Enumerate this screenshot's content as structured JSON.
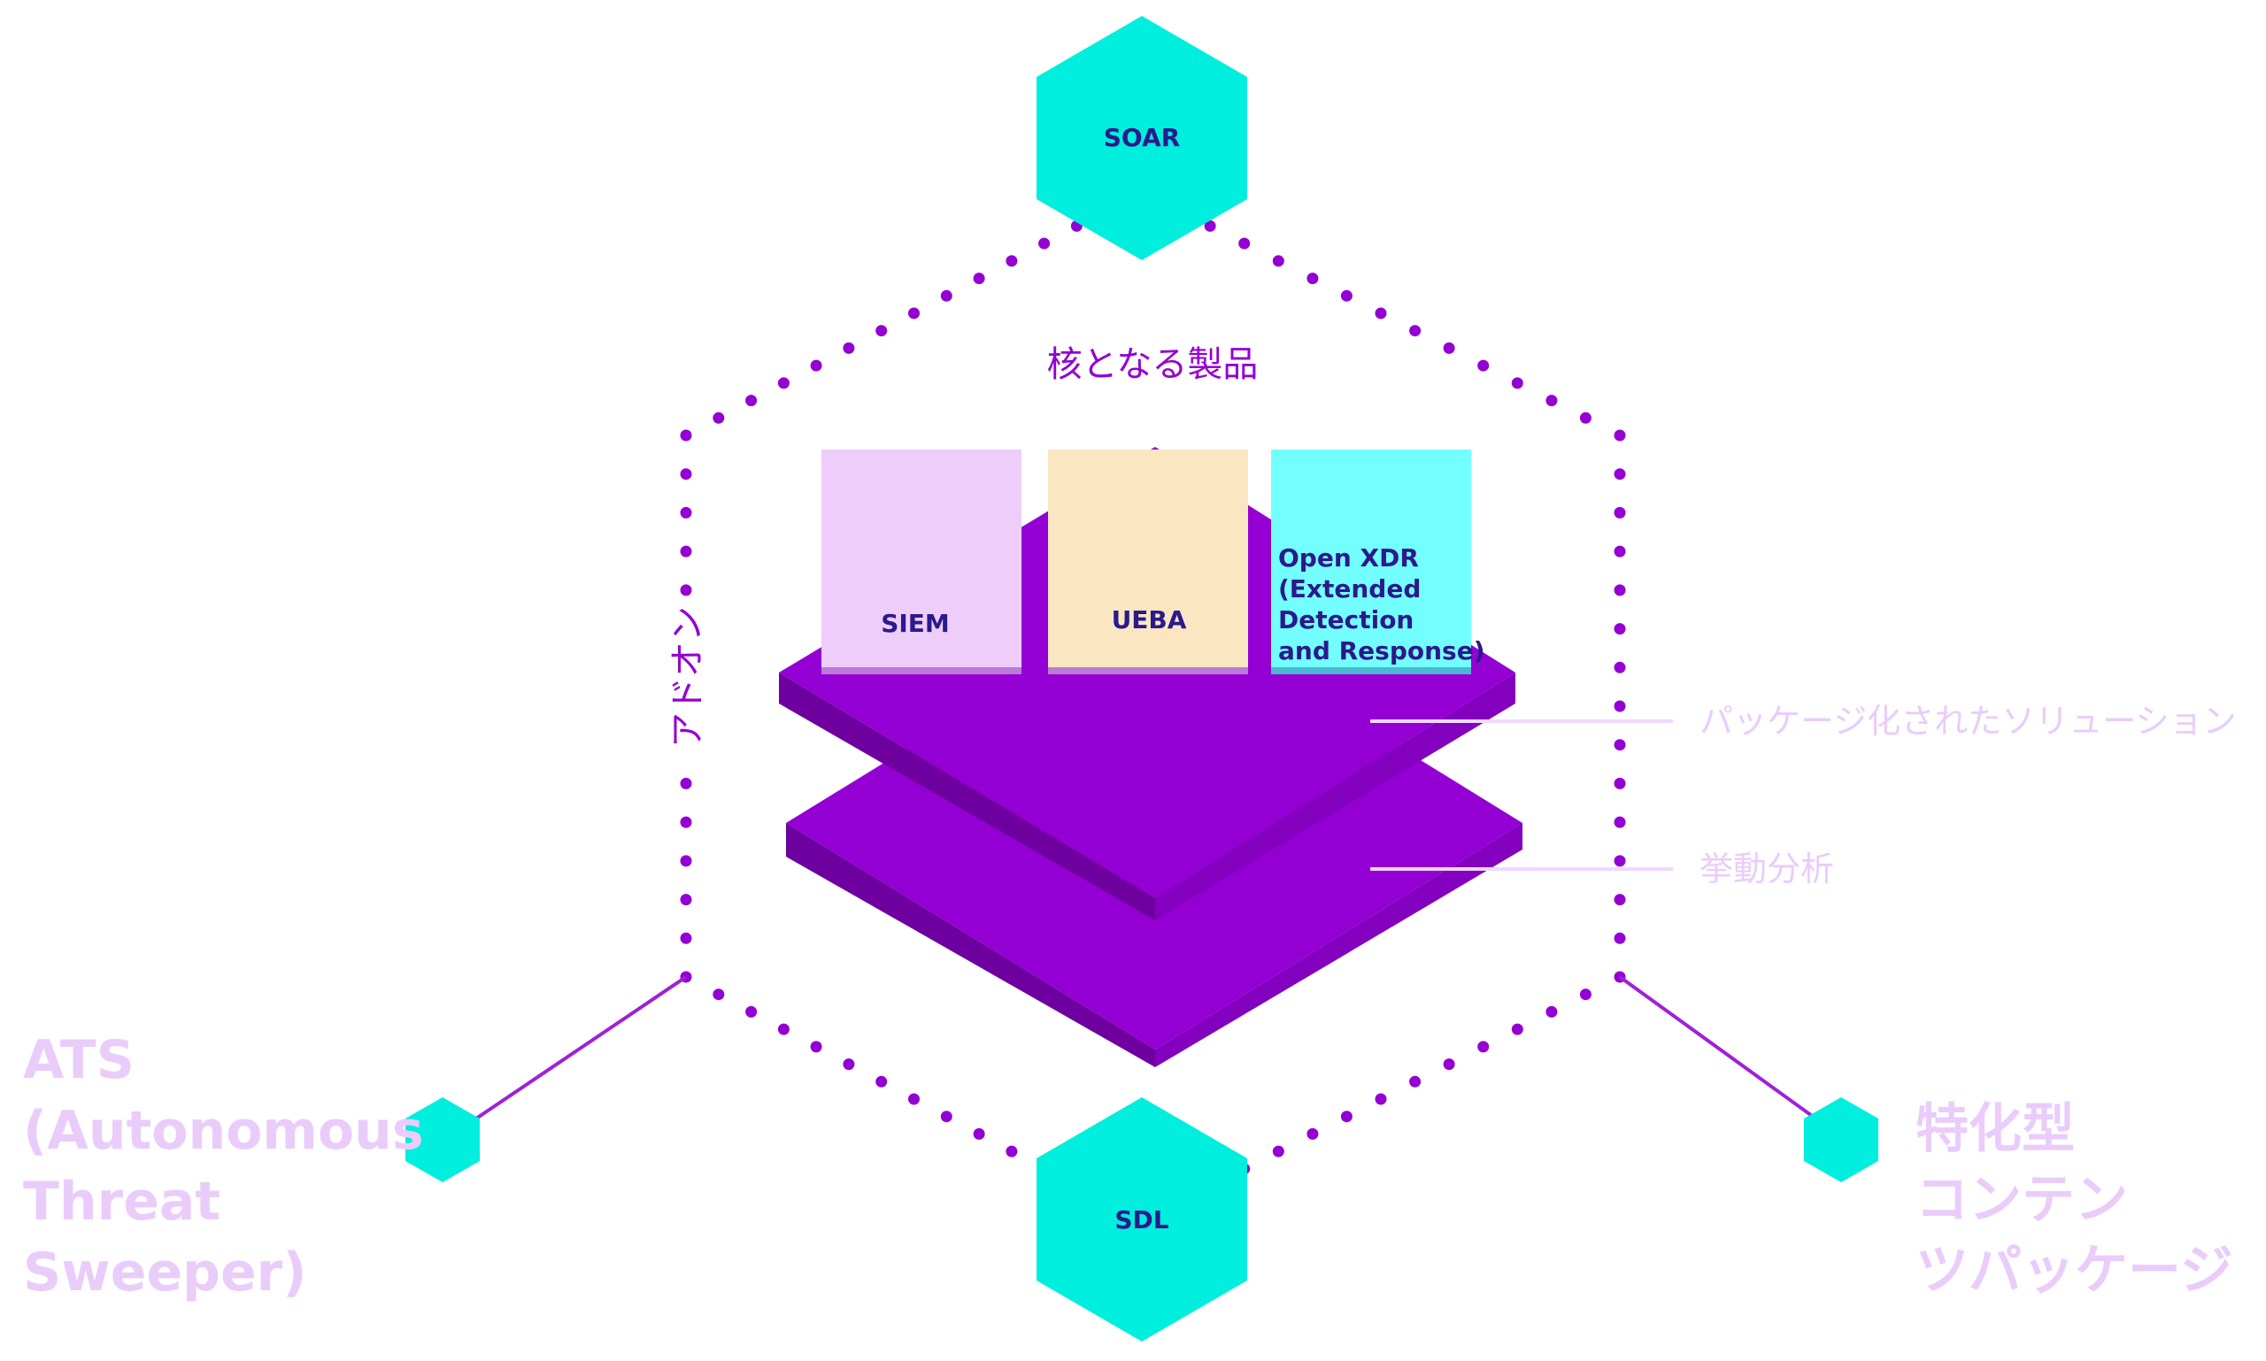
{
  "colors": {
    "purple": "#9400D3",
    "purple_dark": "#6F00A0",
    "purple_mid": "#8300BF",
    "cyan": "#00EEDD",
    "lavender_text": "#EACCFA",
    "leader_line": "#F0D8FF",
    "label_navy": "#2A1A8C",
    "card_siem": "#EFCDFB",
    "card_ueba": "#FBE6C2",
    "card_xdr": "#73FFFF"
  },
  "hexagons": {
    "top": {
      "label": "SOAR"
    },
    "bottom": {
      "label": "SDL"
    },
    "left_node": {
      "icon": "hexagon-node-icon"
    },
    "right_node": {
      "icon": "hexagon-node-icon"
    }
  },
  "core_label": "核となる製品",
  "addon_label": "アドオン",
  "cards": {
    "siem": {
      "label": "SIEM"
    },
    "ueba": {
      "label": "UEBA"
    },
    "xdr": {
      "lines": [
        "Open XDR",
        "(Extended",
        "Detection",
        "and Response)"
      ]
    }
  },
  "layers": {
    "packaged": "パッケージ化されたソリューション",
    "behavior": "挙動分析"
  },
  "side_labels": {
    "left": [
      "ATS",
      "(Autonomous",
      "Threat",
      "Sweeper)"
    ],
    "right": [
      "特化型",
      "コンテン",
      "ツパッケージ"
    ]
  }
}
